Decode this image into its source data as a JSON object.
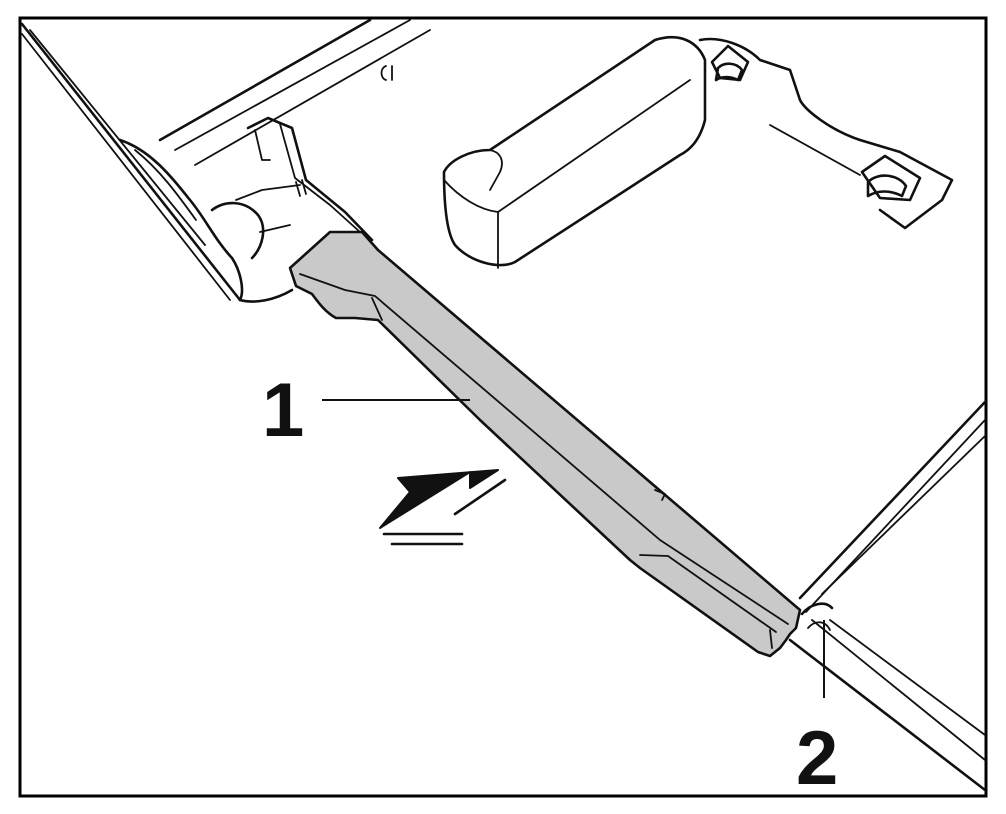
{
  "callouts": [
    {
      "label": "1",
      "target": "shelf-rail-part"
    },
    {
      "label": "2",
      "target": "rail-end-notch"
    }
  ],
  "colors": {
    "part_fill": "#c9c9c9",
    "line": "#111111",
    "background": "#ffffff",
    "frame": "#000000"
  },
  "arrow_direction": "down-left"
}
